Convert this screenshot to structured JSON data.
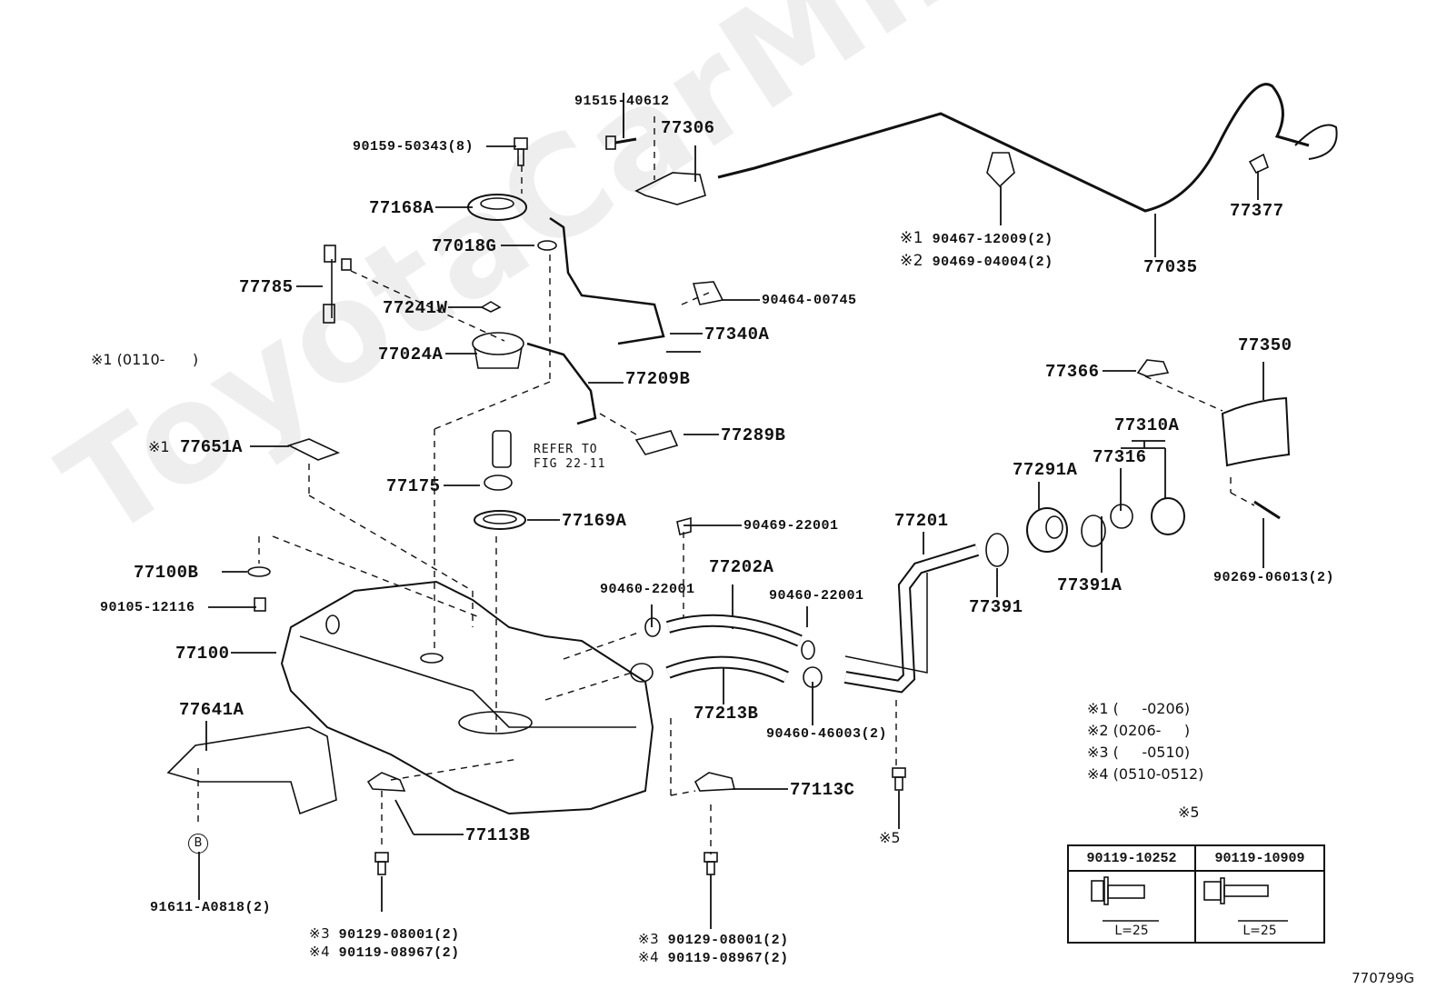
{
  "watermark": "ToyotaCarMine.ru",
  "diagram_code": "770799G",
  "parts": {
    "p91515_40612": "91515-40612",
    "p77306": "77306",
    "p90159_50343": "90159-50343(8)",
    "p77168A": "77168A",
    "p77018G": "77018G",
    "p77785": "77785",
    "p77241W": "77241W",
    "p77024A": "77024A",
    "p90464_00745": "90464-00745",
    "p77340A": "77340A",
    "p77209B": "77209B",
    "p77289B": "77289B",
    "p77651A": "77651A",
    "p77175": "77175",
    "p77169A": "77169A",
    "p90469_22001": "90469-22001",
    "p77100B": "77100B",
    "p90105_12116": "90105-12116",
    "p77100": "77100",
    "p77641A": "77641A",
    "p90460_22001_left": "90460-22001",
    "p77202A": "77202A",
    "p90460_22001_right": "90460-22001",
    "p77213B": "77213B",
    "p90460_46003": "90460-46003(2)",
    "p77113B": "77113B",
    "p77113C": "77113C",
    "p91611_A0818": "91611-A0818(2)",
    "p77201": "77201",
    "p77391": "77391",
    "p77291A": "77291A",
    "p77391A": "77391A",
    "p77316": "77316",
    "p77310A": "77310A",
    "p77366": "77366",
    "p77350": "77350",
    "p90269_06013": "90269-06013(2)",
    "p90467_12009": "90467-12009(2)",
    "p90469_04004": "90469-04004(2)",
    "p77035": "77035",
    "p77377": "77377",
    "left_bolts_3": "90129-08001(2)",
    "left_bolts_4": "90119-08967(2)",
    "mid_bolts_3": "90129-08001(2)",
    "mid_bolts_4": "90119-08967(2)"
  },
  "marks": {
    "m1": "※1",
    "m2": "※2",
    "m3": "※3",
    "m4": "※4",
    "m5": "※5",
    "circle_b": "B"
  },
  "notes": {
    "range_note_left": "※1 (0110-      )",
    "refer_to": "REFER TO\nFIG 22-11",
    "legend": [
      "※1 (     -0206)",
      "※2 (0206-     )",
      "※3 (     -0510)",
      "※4 (0510-0512)"
    ]
  },
  "bolt_table": {
    "title": "※5",
    "columns": [
      {
        "part": "90119-10252",
        "length": "L=25"
      },
      {
        "part": "90119-10909",
        "length": "L=25"
      }
    ]
  }
}
